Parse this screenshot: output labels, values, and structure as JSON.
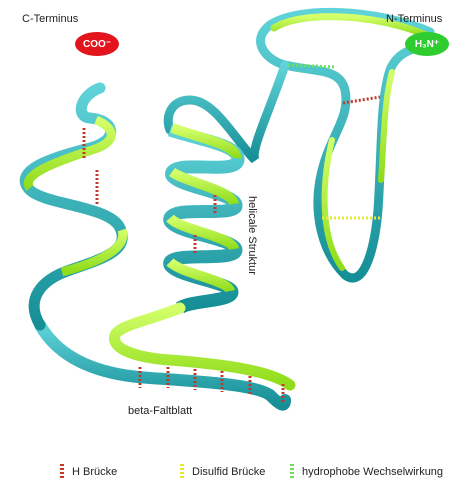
{
  "labels": {
    "c_terminus": "C-Terminus",
    "n_terminus": "N-Terminus",
    "helix": "helicale Struktur",
    "beta": "beta-Faltblatt"
  },
  "badges": {
    "c_terminus_text": "COO⁻",
    "n_terminus_text": "H₃N⁺",
    "c_color": "#e3141b",
    "n_color": "#2ecc2e"
  },
  "colors": {
    "ribbon_teal": "#21a8b0",
    "ribbon_green": "#a6f02a",
    "h_bond": "#c0392b",
    "disulfide": "#e6e83a",
    "hydrophobic": "#6ee05a"
  },
  "legend": [
    {
      "label": "H Brücke",
      "color": "#c0392b"
    },
    {
      "label": "Disulfid Brücke",
      "color": "#e6e83a"
    },
    {
      "label": "hydrophobe Wechselwirkung",
      "color": "#6ee05a"
    }
  ]
}
